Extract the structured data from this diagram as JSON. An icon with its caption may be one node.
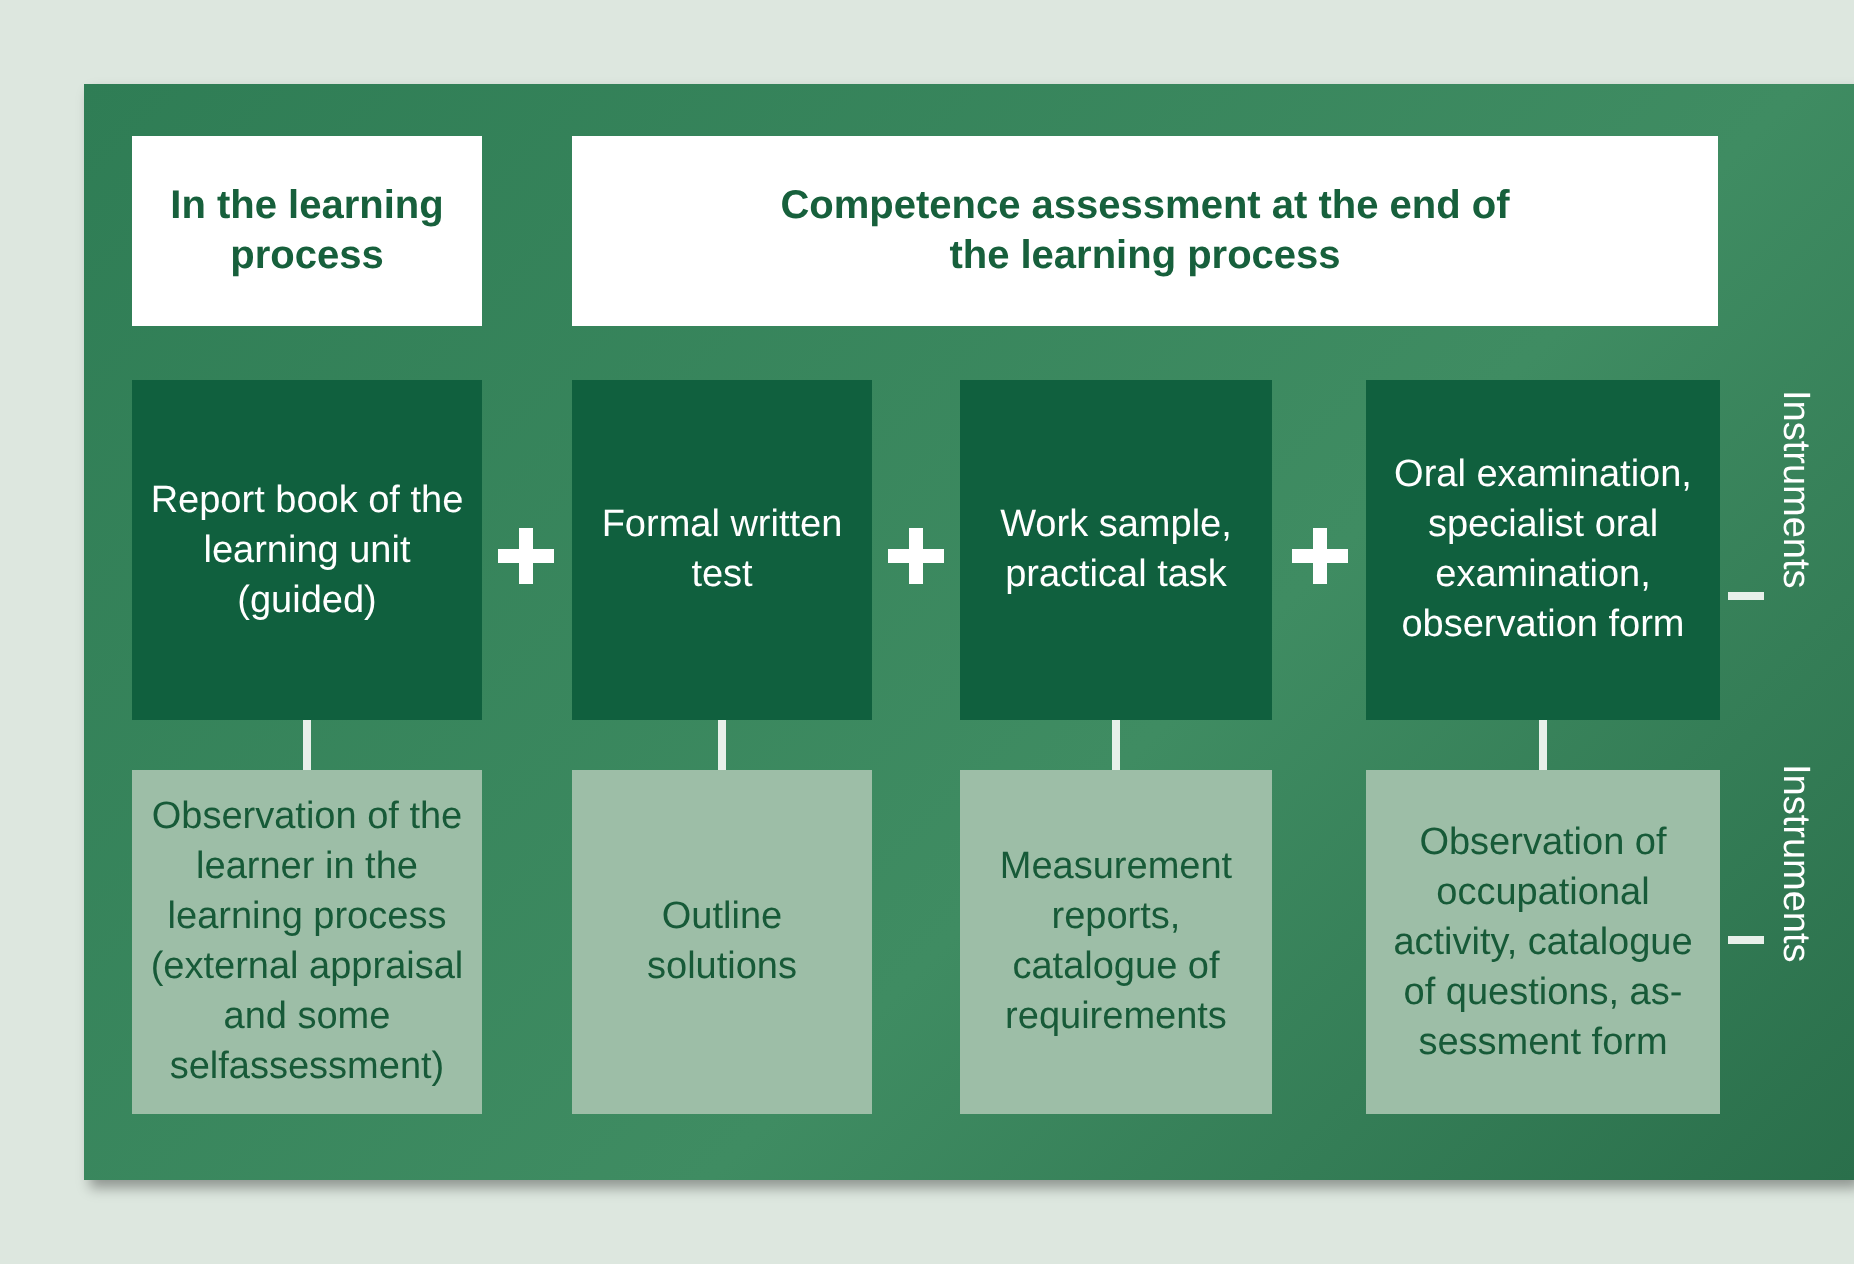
{
  "diagram": {
    "nodes": [
      {
        "text": [],
        "shape": "box"
      },
      {
        "text": [
          "In the learning process"
        ],
        "in": 0
      },
      {
        "text": [
          "Competence assessment at the end of the learning process"
        ],
        "in": 0
      },
      {
        "text": [
          "Report book of the learning unit (guided)"
        ],
        "in": 0
      },
      {
        "text": [
          "Formal written test"
        ],
        "in": 0
      },
      {
        "text": [
          "Work sample, practical task"
        ],
        "in": 0
      },
      {
        "text": [
          "Oral examination, specialist oral examination, observation form"
        ],
        "in": 0
      },
      {
        "text": [
          "Observation of the learner in the learning process (external appraisal and some selfassessment)"
        ],
        "in": 0
      },
      {
        "text": [
          "Outline solutions"
        ],
        "in": 0
      },
      {
        "text": [
          "Measurement reports, catalogue of requirements"
        ],
        "in": 0
      },
      {
        "text": [
          "Observation of occupational activity, catalogue of questions, as-sessment form"
        ],
        "in": 0
      }
    ],
    "edges": [
      {
        "from": 3,
        "to": 7,
        "arrow": "none"
      },
      {
        "from": 4,
        "to": 8,
        "arrow": "none"
      },
      {
        "from": 5,
        "to": 9,
        "arrow": "none"
      },
      {
        "from": 6,
        "to": 10,
        "arrow": "none"
      }
    ],
    "labels": [
      "Instruments",
      "Instruments"
    ]
  }
}
